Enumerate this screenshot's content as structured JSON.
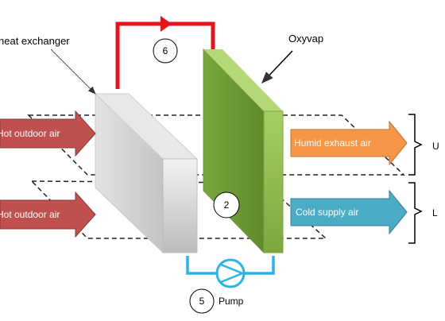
{
  "labels": {
    "heat_exchanger": "heat exchanger",
    "oxyvap": "Oxyvap",
    "pump": "Pump",
    "num_6": "6",
    "num_2": "2",
    "num_5": "5",
    "upper_tag": "U",
    "lower_tag": "L"
  },
  "arrows": {
    "hot_top": "Hot outdoor air",
    "hot_bottom": "Hot outdoor air",
    "humid_exhaust": "Humid exhaust air",
    "cold_supply": "Cold supply air"
  },
  "colors": {
    "hot_arrow": "#c0504d",
    "exhaust_arrow": "#f79646",
    "supply_arrow": "#4bacc6",
    "oxyvap_front": "#92c054",
    "red_pipe": "#e8131b",
    "blue_pipe": "#27b4e6"
  }
}
